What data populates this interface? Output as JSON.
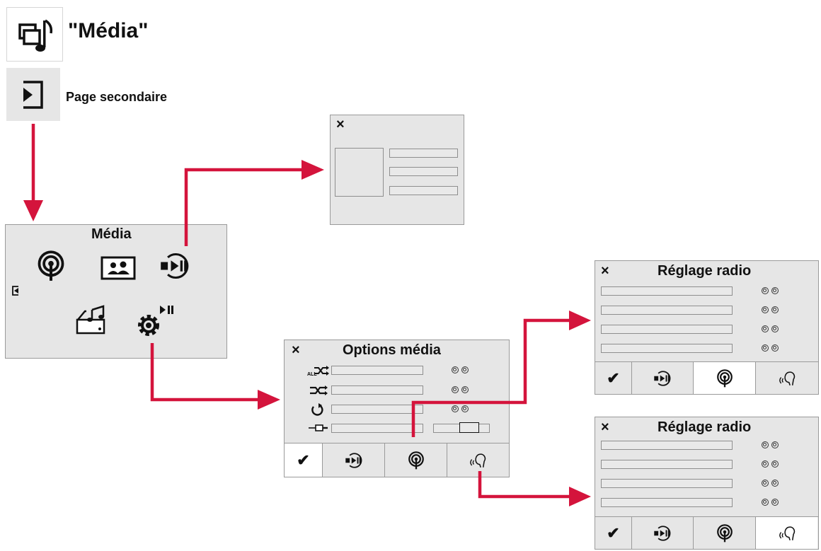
{
  "header": {
    "title": "\"Média\"",
    "subtitle": "Page secondaire",
    "media_icon": "media-source-icon",
    "secondary_icon": "enter-page-icon"
  },
  "colors": {
    "arrow": "#d4143c",
    "panel": "#e6e6e6",
    "panel_border": "#9a9a9a"
  },
  "media_panel": {
    "title": "Média",
    "icons": [
      "radio-antenna-icon",
      "photos-icon",
      "media-player-icon",
      "back-icon",
      "music-drive-icon",
      "settings-playback-icon"
    ]
  },
  "now_playing_panel": {
    "close": "×"
  },
  "options_panel": {
    "title": "Options média",
    "close": "×",
    "rows": [
      "shuffle-all-icon",
      "shuffle-icon",
      "repeat-icon",
      "aux-jack-icon"
    ],
    "bottom_bar": [
      "confirm-check",
      "media-player-icon",
      "radio-antenna-icon",
      "voice-icon"
    ],
    "check": "✔"
  },
  "radio_panel_top": {
    "title": "Réglage radio",
    "close": "×",
    "check": "✔",
    "bottom_bar": [
      "confirm-check",
      "media-player-icon",
      "radio-antenna-icon",
      "voice-icon"
    ]
  },
  "radio_panel_bottom": {
    "title": "Réglage radio",
    "close": "×",
    "check": "✔",
    "bottom_bar": [
      "confirm-check",
      "media-player-icon",
      "radio-antenna-icon",
      "voice-icon"
    ]
  }
}
